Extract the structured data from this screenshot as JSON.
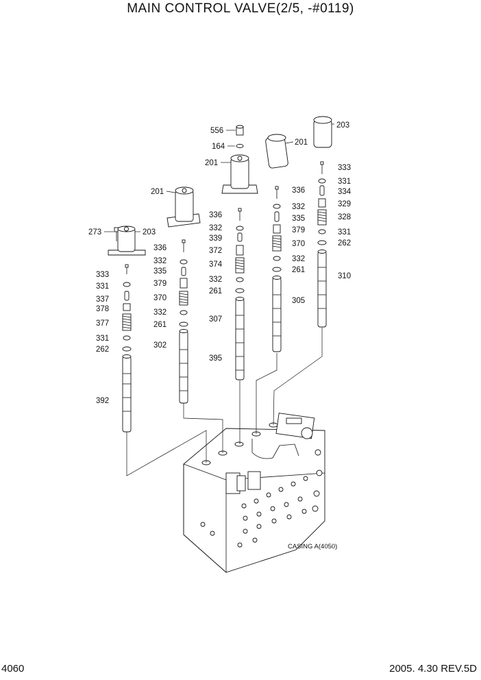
{
  "title": "MAIN CONTROL VALVE(2/5, -#0119)",
  "page_number": "4060",
  "revision": "2005. 4.30  REV.5D",
  "casing_label": "CASING A(4050)",
  "callouts": {
    "c556": "556",
    "c164": "164",
    "c201a": "201",
    "c201b": "201",
    "c201c": "201",
    "c203a": "203",
    "c203b": "203",
    "c273": "273",
    "c336a": "336",
    "c336b": "336",
    "c336c": "336",
    "c332a": "332",
    "c332b": "332",
    "c332c": "332",
    "c332d": "332",
    "c332e": "332",
    "c332f": "332",
    "c335a": "335",
    "c335b": "335",
    "c339": "339",
    "c372": "372",
    "c374": "374",
    "c379a": "379",
    "c379b": "379",
    "c370a": "370",
    "c370b": "370",
    "c261a": "261",
    "c261b": "261",
    "c261c": "261",
    "c333a": "333",
    "c333b": "333",
    "c331a": "331",
    "c331b": "331",
    "c331c": "331",
    "c331d": "331",
    "c334": "334",
    "c329": "329",
    "c328": "328",
    "c262a": "262",
    "c262b": "262",
    "c337": "337",
    "c378": "378",
    "c377": "377",
    "c392": "392",
    "c302": "302",
    "c307": "307",
    "c395": "395",
    "c305": "305",
    "c310": "310"
  }
}
